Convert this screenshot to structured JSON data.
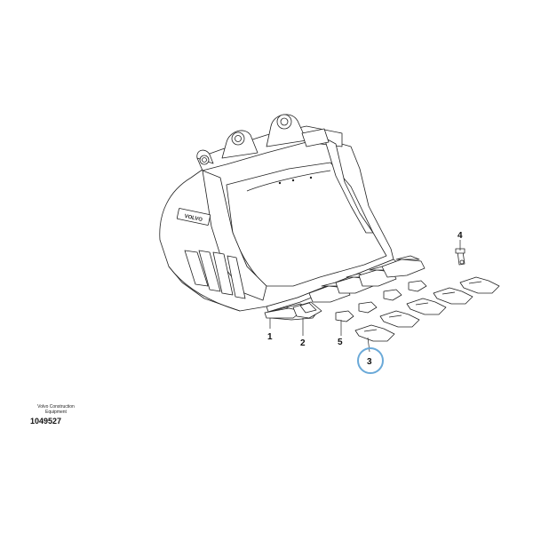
{
  "bucket": {
    "brand_mark": "VOLVO"
  },
  "callouts": [
    {
      "id": "1",
      "label": "1"
    },
    {
      "id": "2",
      "label": "2"
    },
    {
      "id": "3",
      "label": "3"
    },
    {
      "id": "4",
      "label": "4"
    },
    {
      "id": "5",
      "label": "5"
    }
  ],
  "highlight": {
    "callout": "3",
    "color": "#6aa9d8"
  },
  "caption": {
    "line1": "Volvo Construction",
    "line2": "Equipment",
    "number": "1049527"
  },
  "colors": {
    "line": "#222222",
    "fill": "#ffffff"
  }
}
